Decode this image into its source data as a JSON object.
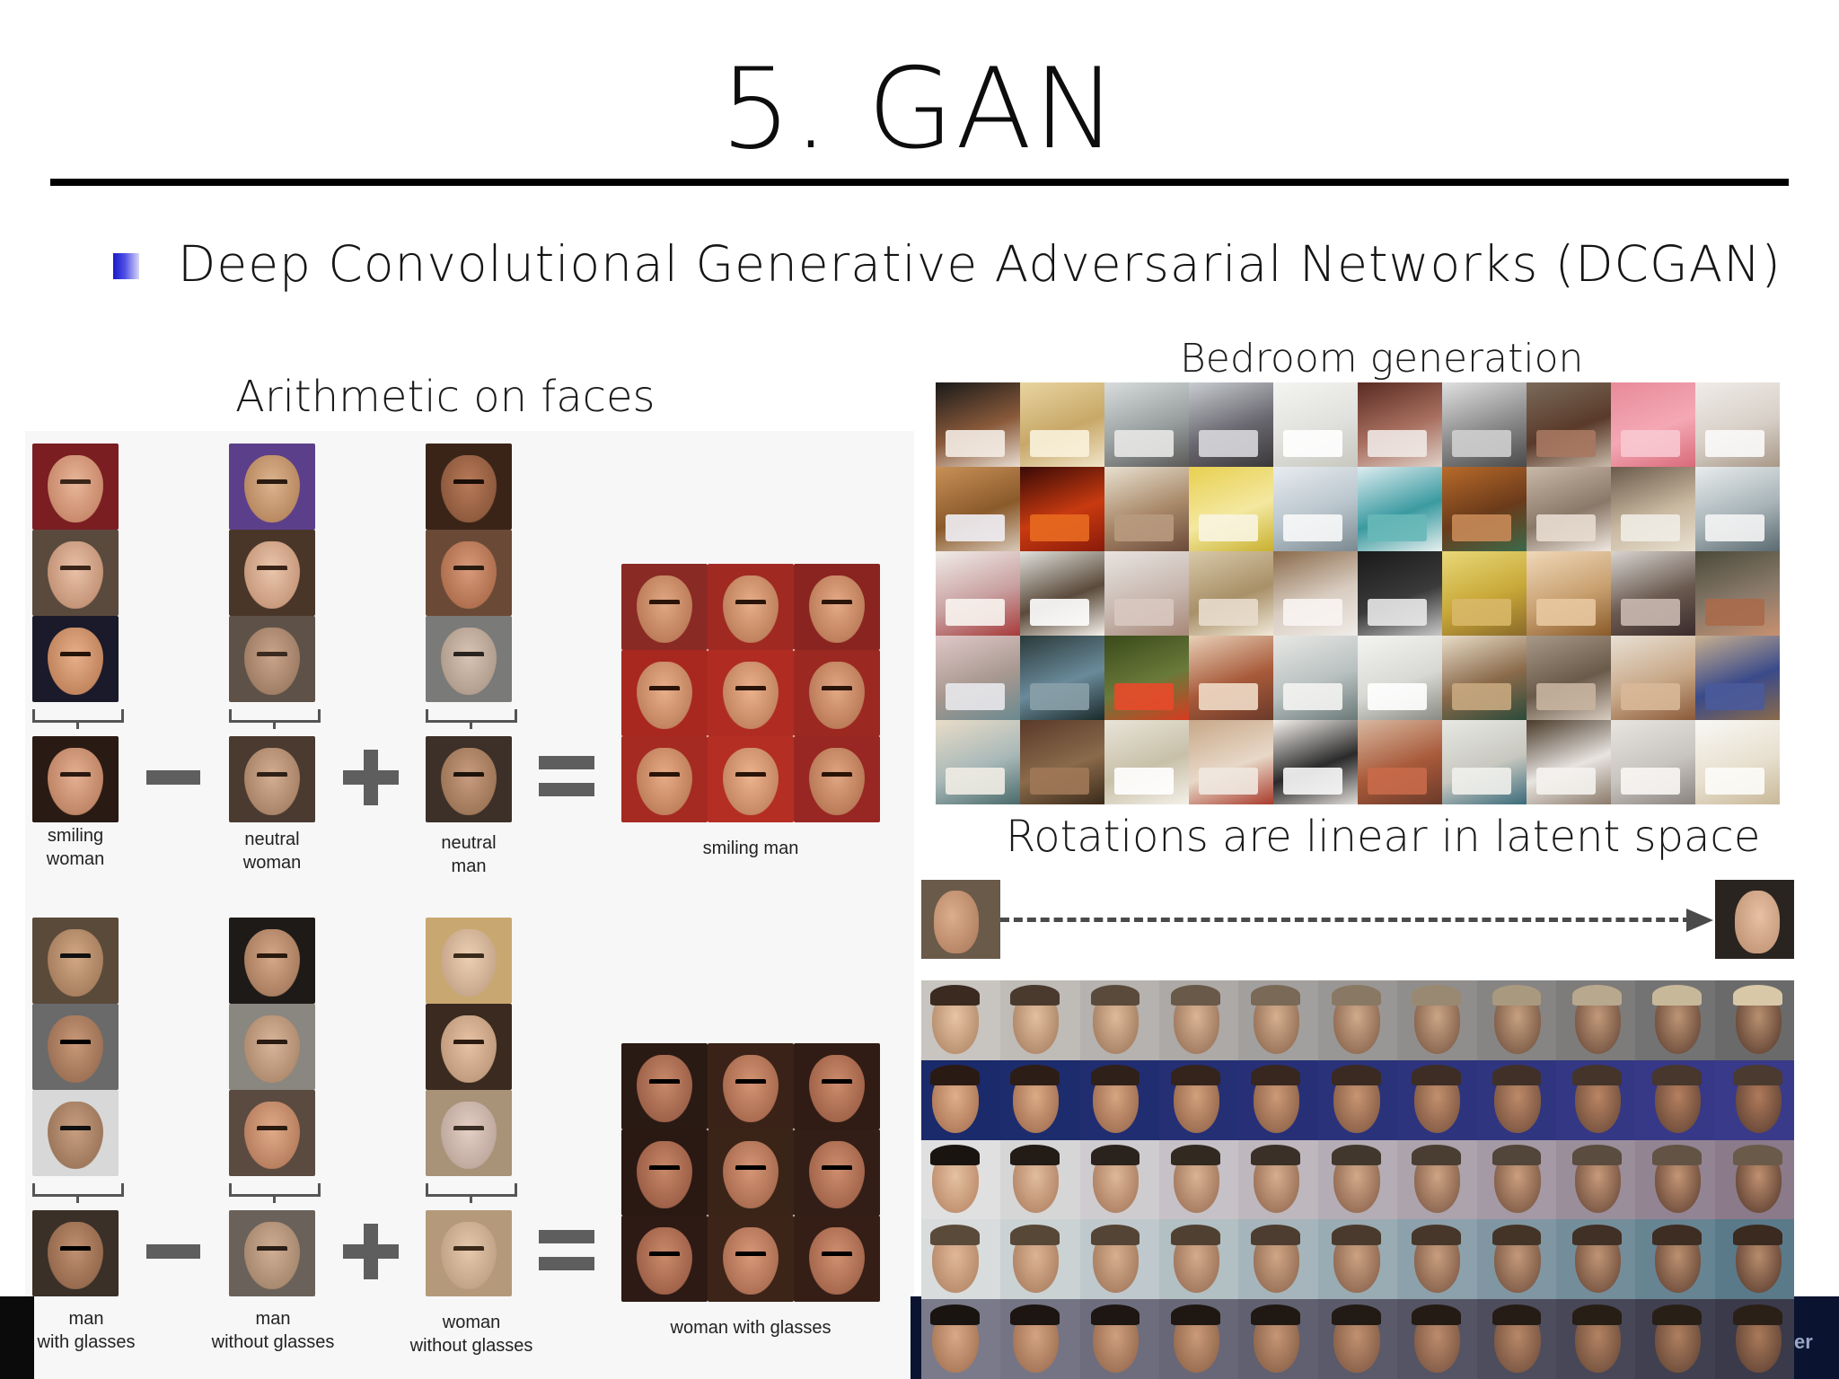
{
  "slide": {
    "title": "5. GAN",
    "bullet": "Deep Convolutional Generative Adversarial Networks (DCGAN)"
  },
  "arithmetic": {
    "heading": "Arithmetic on faces",
    "row1": {
      "captions": [
        "smiling\nwoman",
        "neutral\nwoman",
        "neutral\nman",
        "smiling man"
      ]
    },
    "row2": {
      "captions": [
        "man\nwith glasses",
        "man\nwithout glasses",
        "woman\nwithout glasses",
        "woman with glasses"
      ]
    }
  },
  "bedroom": {
    "heading": "Bedroom generation"
  },
  "rotation": {
    "heading": "Rotations are linear in latent space"
  },
  "watermark": {
    "text": "er"
  }
}
